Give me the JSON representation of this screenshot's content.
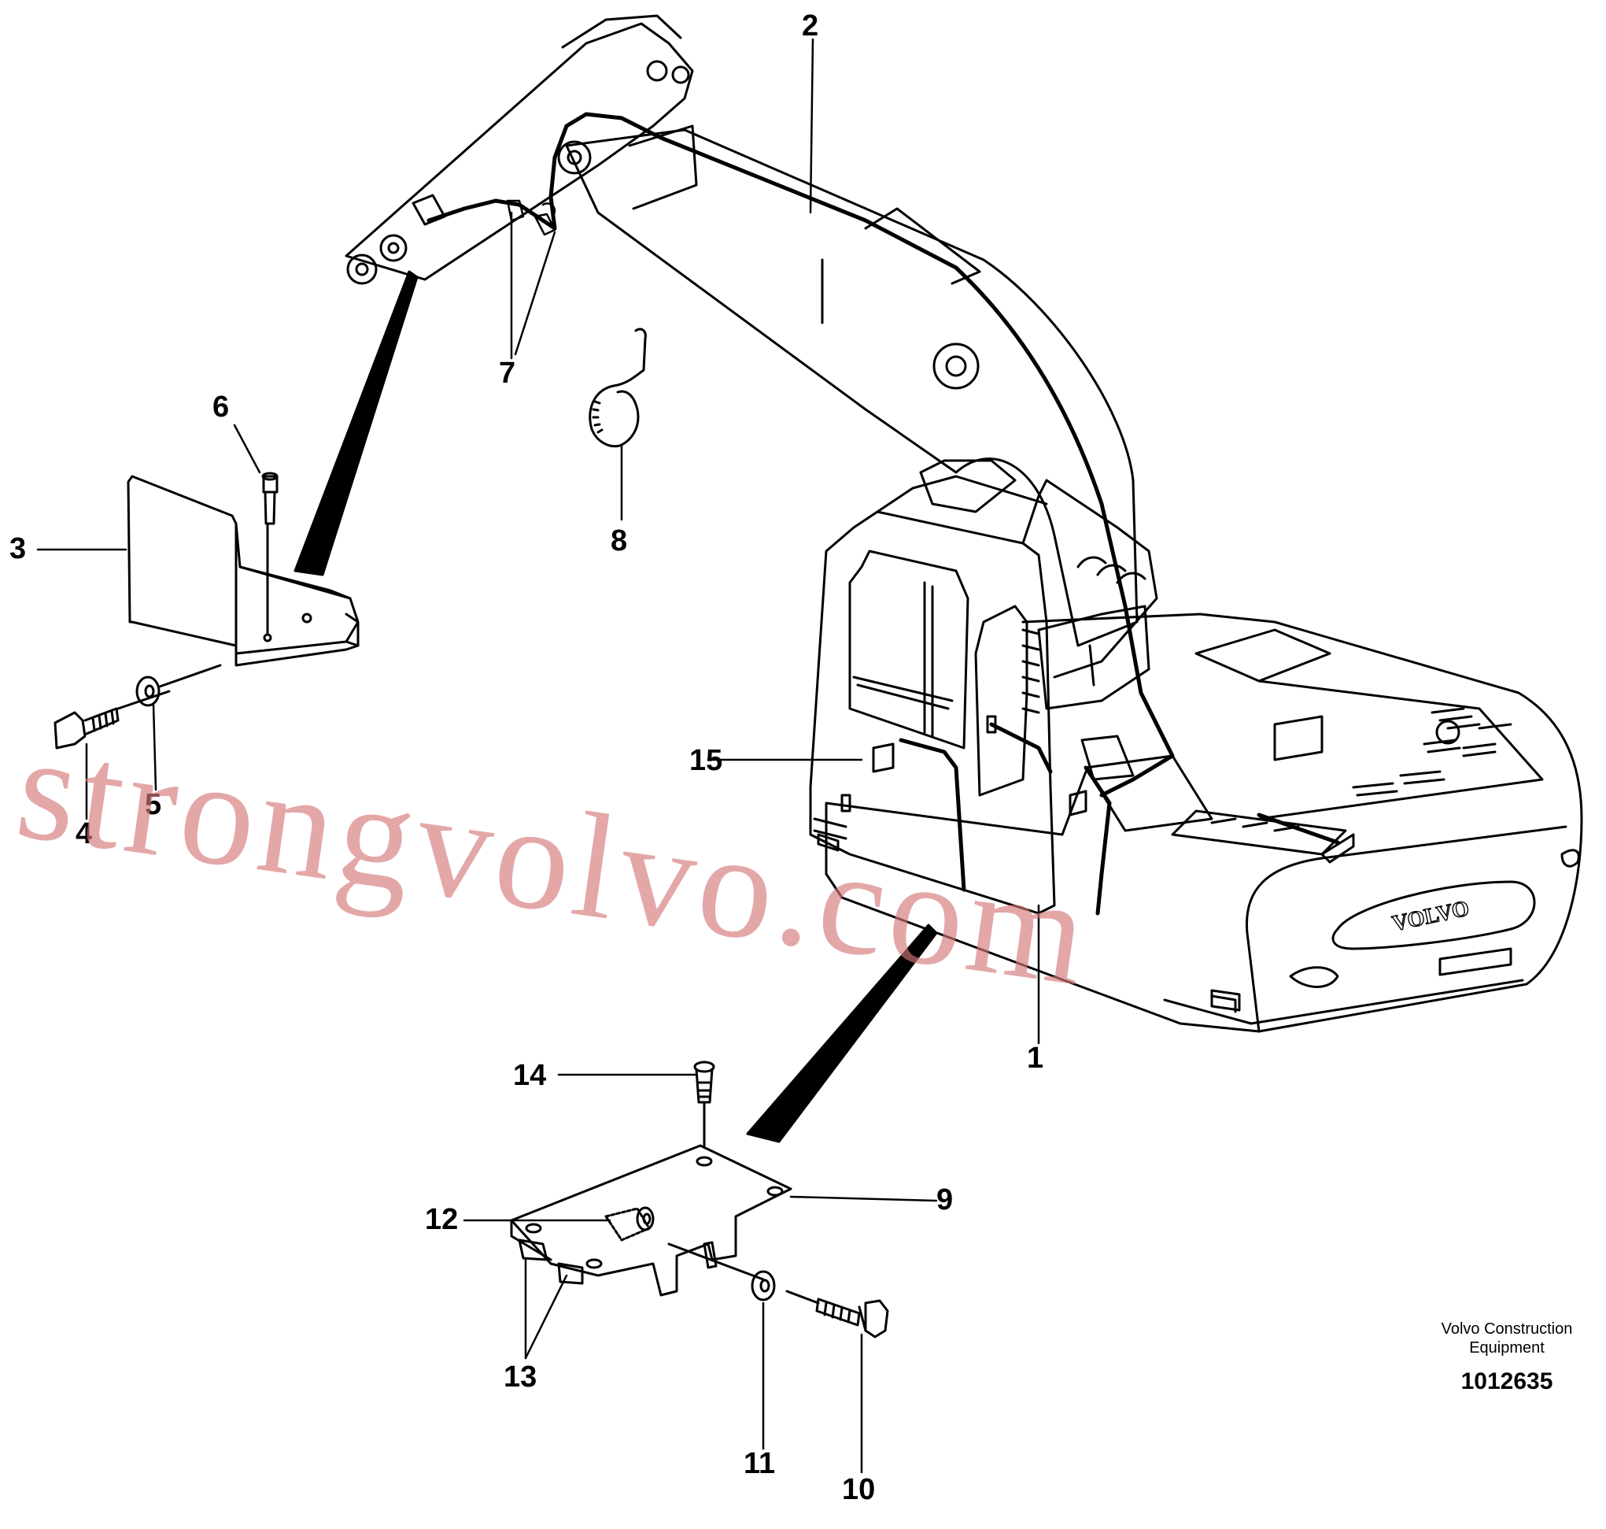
{
  "callouts": {
    "c1": "1",
    "c2": "2",
    "c3": "3",
    "c4": "4",
    "c5": "5",
    "c6": "6",
    "c7": "7",
    "c8": "8",
    "c9": "9",
    "c10": "10",
    "c11": "11",
    "c12": "12",
    "c13": "13",
    "c14": "14",
    "c15": "15"
  },
  "caption": {
    "company_line1": "Volvo Construction",
    "company_line2": "Equipment",
    "figure_number": "1012635"
  },
  "brand_mark": "VOLVO",
  "watermark": "strongvolvo.com",
  "colors": {
    "line": "#000000",
    "watermark": "#d67878",
    "background": "#ffffff"
  }
}
